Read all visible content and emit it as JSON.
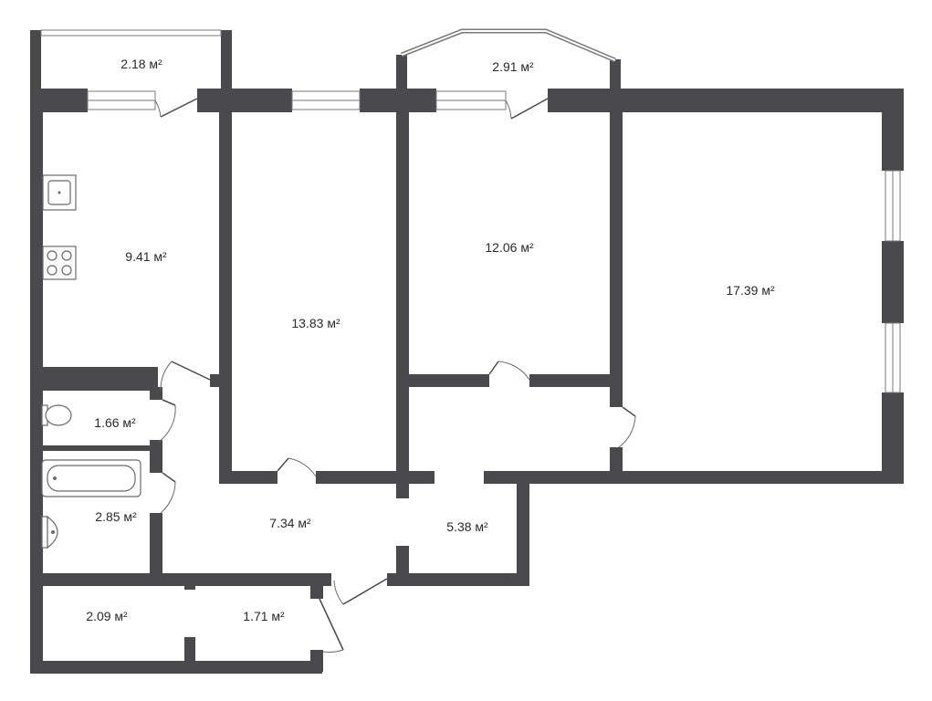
{
  "rooms": [
    {
      "id": "balcony-left",
      "area": "2.18 м²"
    },
    {
      "id": "balcony-bay",
      "area": "2.91 м²"
    },
    {
      "id": "kitchen",
      "area": "9.41 м²"
    },
    {
      "id": "room-1",
      "area": "13.83 м²"
    },
    {
      "id": "room-2",
      "area": "12.06 м²"
    },
    {
      "id": "room-3",
      "area": "17.39 м²"
    },
    {
      "id": "toilet",
      "area": "1.66 м²"
    },
    {
      "id": "bathroom",
      "area": "2.85 м²"
    },
    {
      "id": "hall",
      "area": "7.34 м²"
    },
    {
      "id": "corridor",
      "area": "5.38 м²"
    },
    {
      "id": "storage-left",
      "area": "2.09 м²"
    },
    {
      "id": "entrance",
      "area": "1.71 м²"
    }
  ],
  "colors": {
    "wall": "#4a4a4c",
    "background": "#ffffff"
  }
}
